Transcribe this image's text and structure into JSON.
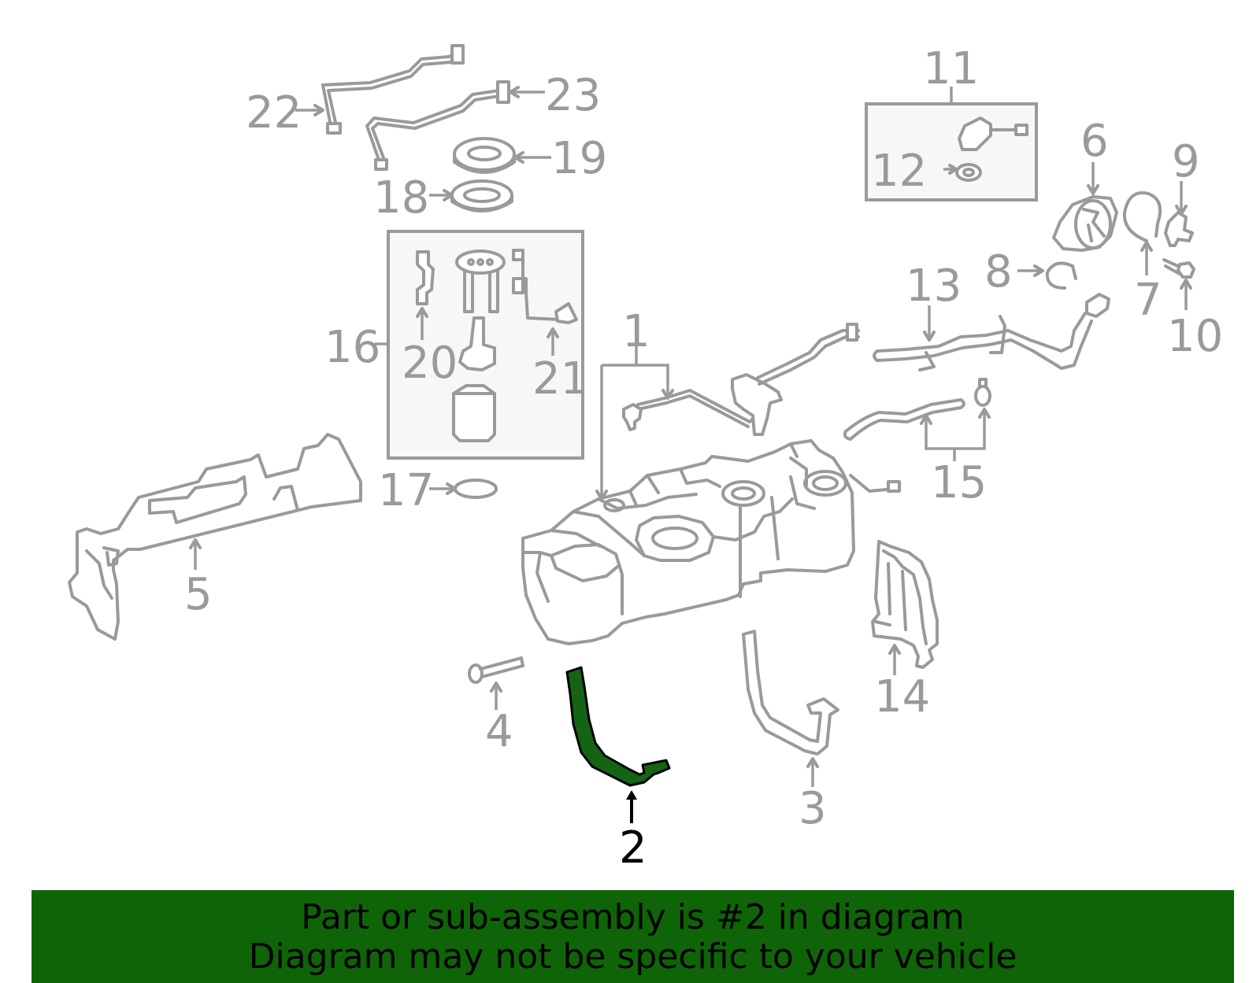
{
  "colors": {
    "highlight": "#146414",
    "part_gray": "#9a9a9a",
    "banner_bg": "#0f6408"
  },
  "callouts": [
    {
      "id": "1",
      "label": "1"
    },
    {
      "id": "2",
      "label": "2",
      "highlighted": true
    },
    {
      "id": "3",
      "label": "3"
    },
    {
      "id": "4",
      "label": "4"
    },
    {
      "id": "5",
      "label": "5"
    },
    {
      "id": "6",
      "label": "6"
    },
    {
      "id": "7",
      "label": "7"
    },
    {
      "id": "8",
      "label": "8"
    },
    {
      "id": "9",
      "label": "9"
    },
    {
      "id": "10",
      "label": "10"
    },
    {
      "id": "11",
      "label": "11"
    },
    {
      "id": "12",
      "label": "12"
    },
    {
      "id": "13",
      "label": "13"
    },
    {
      "id": "14",
      "label": "14"
    },
    {
      "id": "15",
      "label": "15"
    },
    {
      "id": "16",
      "label": "16"
    },
    {
      "id": "17",
      "label": "17"
    },
    {
      "id": "18",
      "label": "18"
    },
    {
      "id": "19",
      "label": "19"
    },
    {
      "id": "20",
      "label": "20"
    },
    {
      "id": "21",
      "label": "21"
    },
    {
      "id": "22",
      "label": "22"
    },
    {
      "id": "23",
      "label": "23"
    }
  ],
  "banner": {
    "line1": "Part or sub-assembly is #2 in diagram",
    "line2": "Diagram may not be specific to your vehicle"
  }
}
